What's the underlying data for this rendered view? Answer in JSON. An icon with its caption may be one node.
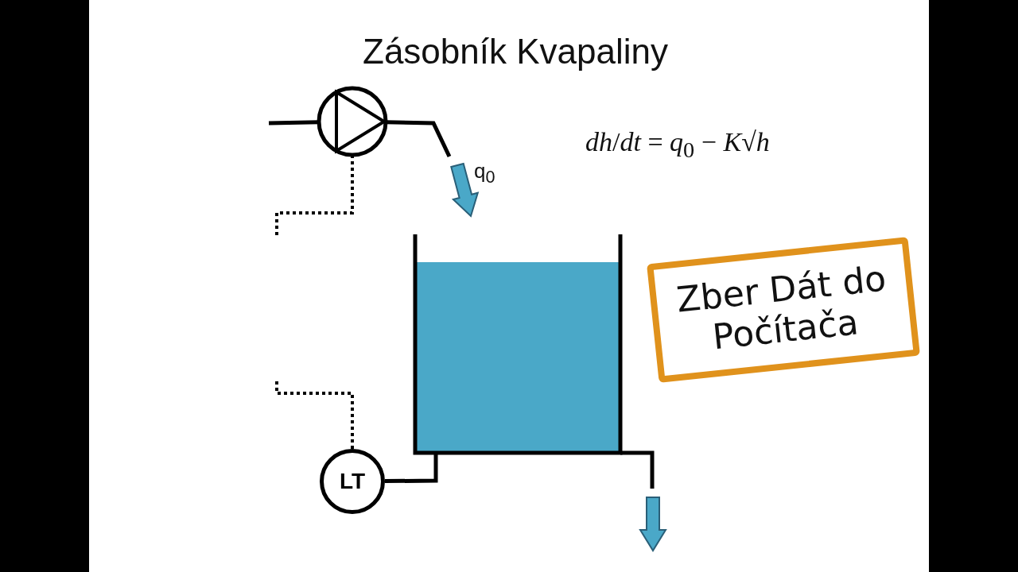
{
  "diagram": {
    "title": "Zásobník Kvapaliny",
    "nodes": [
      {
        "text": [],
        "shape": "circle"
      },
      {
        "text": [],
        "shape": "box"
      },
      {
        "text": [
          "LT"
        ]
      },
      {
        "text": [
          "Zber Dát do Počítača"
        ]
      }
    ],
    "edges": [
      {
        "from": null,
        "to": 0,
        "arrow": "none"
      },
      {
        "from": 0,
        "to": null,
        "arrow": "none"
      },
      {
        "from": 1,
        "to": null,
        "arrow": "none"
      },
      {
        "from": 2,
        "to": 1,
        "arrow": "none"
      },
      {
        "from": 0,
        "to": null,
        "arrow": "none",
        "style": "dashed"
      },
      {
        "from": 2,
        "to": null,
        "arrow": "none",
        "style": "dashed"
      }
    ],
    "labels": [
      "q$_{0}$",
      "*dh*/*dt* = *q*$_{0}$ − *K*√*h*"
    ]
  }
}
